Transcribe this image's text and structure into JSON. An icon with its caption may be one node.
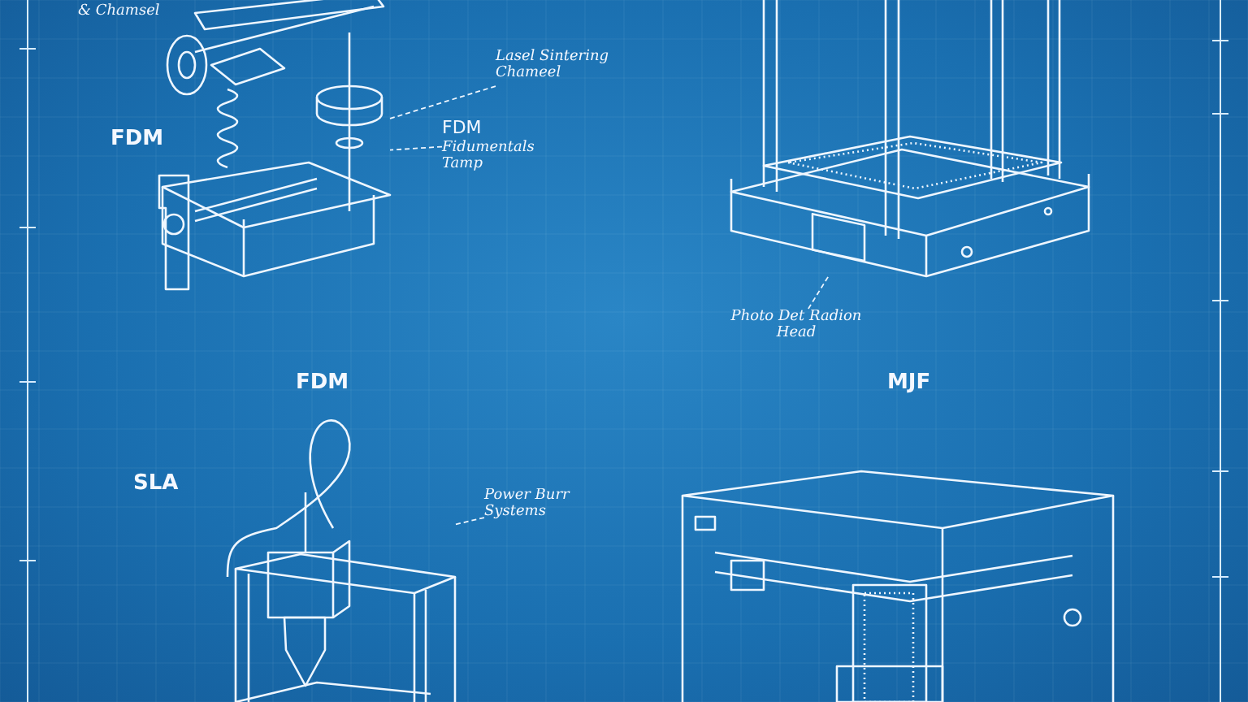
{
  "diagram": {
    "nodes": [
      {
        "text": [],
        "shape": "picture"
      },
      {
        "text": [],
        "shape": "picture"
      },
      {
        "text": [],
        "shape": "picture"
      },
      {
        "text": [],
        "shape": "picture"
      },
      {
        "text": [
          "Lasel Sintering Chameel"
        ]
      },
      {
        "text": [
          "FDM",
          "Fidumentals Tamp"
        ]
      },
      {
        "text": [
          "Photo Det Radion Head"
        ]
      },
      {
        "text": [
          "Power Burr Systems"
        ]
      }
    ],
    "edges": [
      {
        "from": 4,
        "to": 0,
        "arrow": "none"
      },
      {
        "from": 5,
        "to": 0,
        "arrow": "none"
      },
      {
        "from": 6,
        "to": 1,
        "arrow": "none"
      },
      {
        "from": 7,
        "to": 2,
        "arrow": "none"
      }
    ],
    "labels": [
      "& Chamsel",
      "FDM",
      "FDM",
      "MJF",
      "SLA"
    ]
  }
}
